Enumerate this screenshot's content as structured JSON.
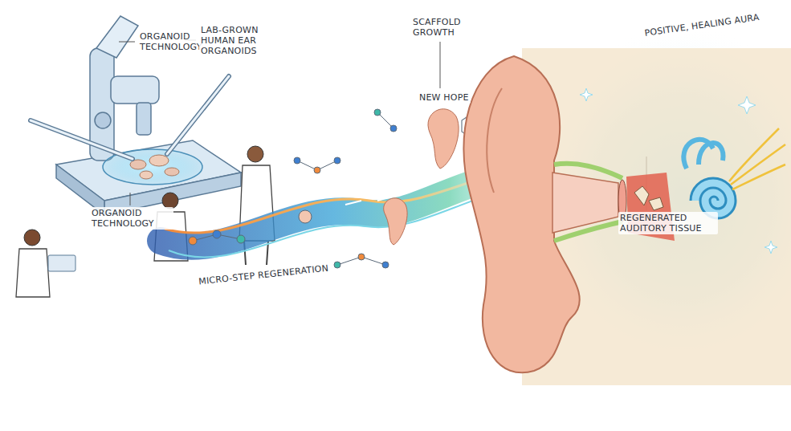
{
  "diagram": {
    "labels": [
      "ORGANOID TECHNOLOGY",
      "LAB-GROWN HUMAN EAR ORGANOIDS",
      "SCAFFOLD GROWTH",
      "POSITIVE, HEALING AURA",
      "NEW HOPE",
      "ORGANOID TECHNOLOGY",
      "REGENERATED AUDITORY TISSUE",
      "MICRO-STEP REGENERATION"
    ]
  }
}
